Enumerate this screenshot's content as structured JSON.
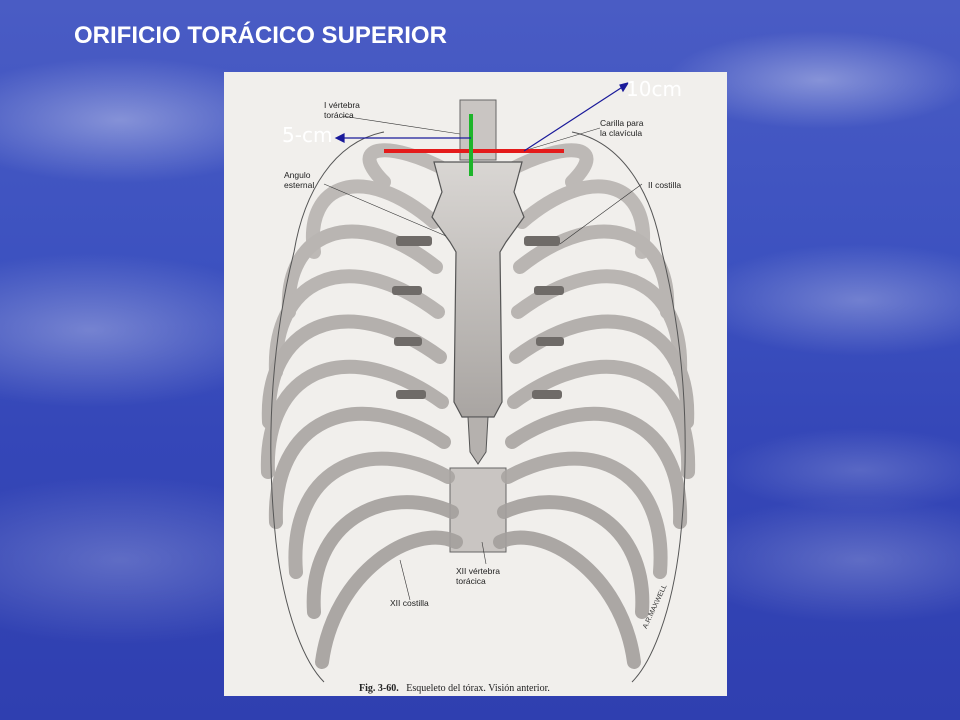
{
  "slide": {
    "title": "ORIFICIO TORÁCICO SUPERIOR"
  },
  "measurements": {
    "width_label": "10cm",
    "depth_label": "5-cm"
  },
  "figure": {
    "labels": {
      "vertebra_1": "I vértebra\ntorácica",
      "carilla": "Carilla para\nla clavícula",
      "angulo": "Angulo\nesternal",
      "costilla_2": "II costilla",
      "vertebra_12": "XII vértebra\ntorácica",
      "costilla_12": "XII costilla"
    },
    "caption_fig": "Fig. 3-60.",
    "caption_text": "Esqueleto del tórax. Visión anterior.",
    "signature": "A.R.MAXWELL"
  },
  "colors": {
    "width_line": "#e41b1b",
    "depth_line": "#1db52a",
    "pointer": "#1a1a9a"
  }
}
